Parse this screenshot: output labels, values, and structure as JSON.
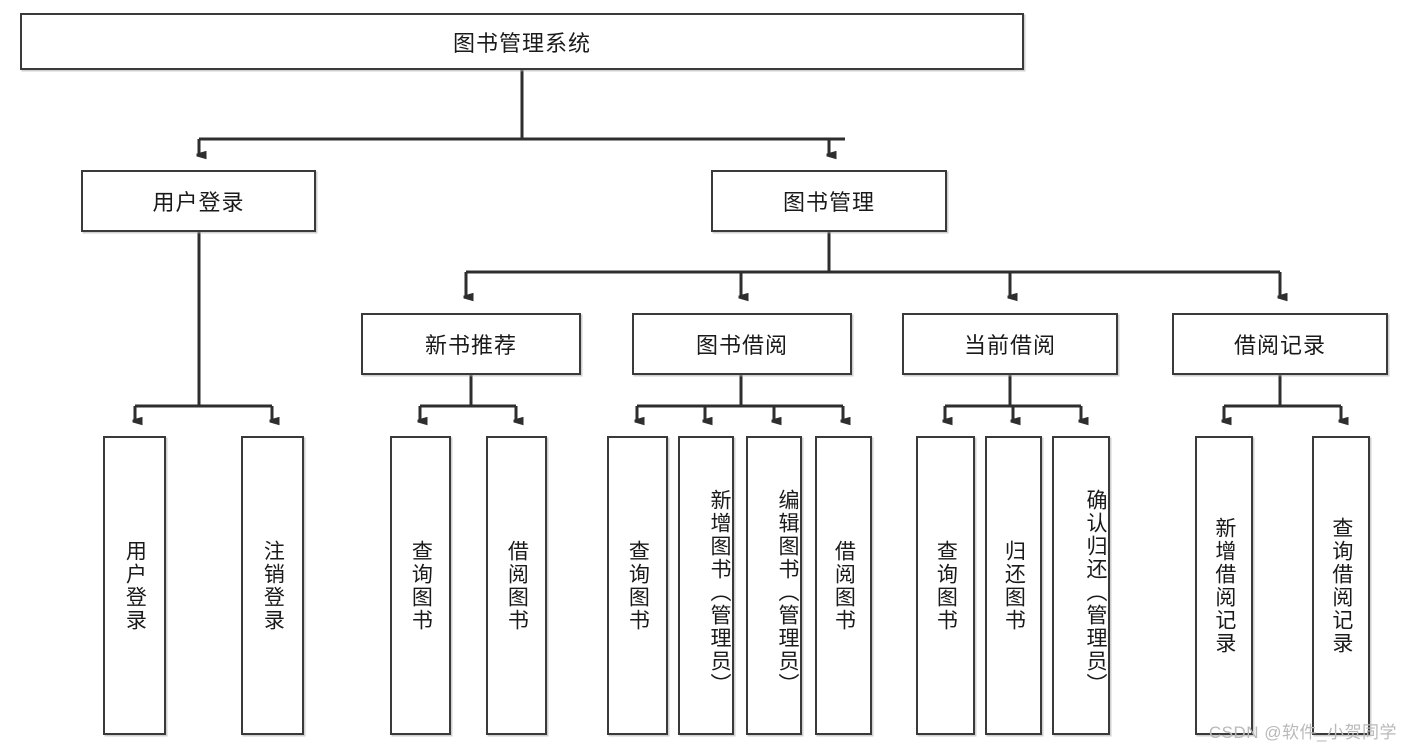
{
  "diagram": {
    "type": "hierarchy-tree",
    "title": "图书管理系统",
    "root": {
      "label": "图书管理系统"
    },
    "level1": [
      {
        "label": "用户登录"
      },
      {
        "label": "图书管理"
      }
    ],
    "level2": [
      {
        "label": "新书推荐"
      },
      {
        "label": "图书借阅"
      },
      {
        "label": "当前借阅"
      },
      {
        "label": "借阅记录"
      }
    ],
    "leaves": {
      "user_login": [
        {
          "label": "用户登录"
        },
        {
          "label": "注销登录"
        }
      ],
      "new_book_recommend": [
        {
          "label": "查询图书"
        },
        {
          "label": "借阅图书"
        }
      ],
      "book_borrow": [
        {
          "label": "查询图书"
        },
        {
          "label": "新增图书（管理员）"
        },
        {
          "label": "编辑图书（管理员）"
        },
        {
          "label": "借阅图书"
        }
      ],
      "current_borrow": [
        {
          "label": "查询图书"
        },
        {
          "label": "归还图书"
        },
        {
          "label": "确认归还（管理员）"
        }
      ],
      "borrow_record": [
        {
          "label": "新增借阅记录"
        },
        {
          "label": "查询借阅记录"
        }
      ]
    }
  },
  "watermark": {
    "text": "CSDN @软件_小贺同学"
  },
  "colors": {
    "border": "#3a3a3a",
    "text": "#1a1a1a",
    "background": "#ffffff",
    "watermark": "#b9b9b9"
  }
}
